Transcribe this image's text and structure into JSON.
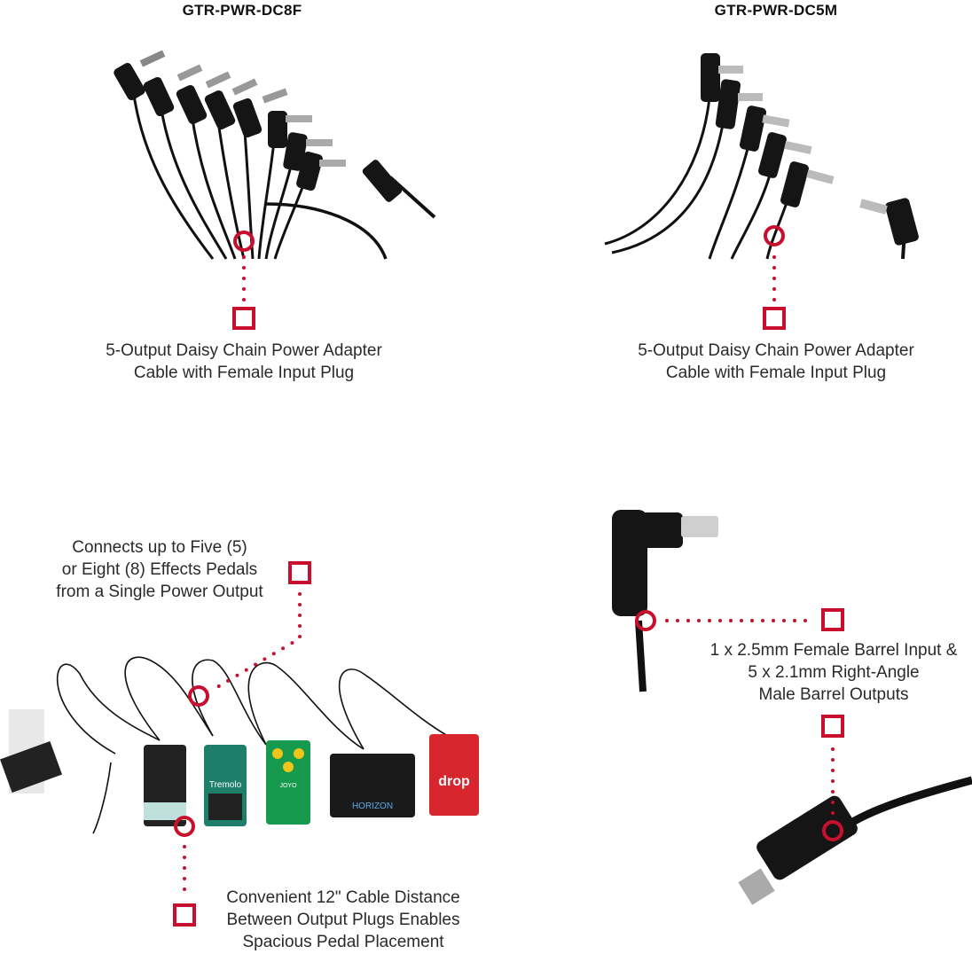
{
  "models": {
    "left": "GTR-PWR-DC8F",
    "right": "GTR-PWR-DC5M"
  },
  "callouts": {
    "dc8f_caption": [
      "5-Output Daisy Chain Power Adapter",
      "Cable with Female Input Plug"
    ],
    "dc5m_caption": [
      "5-Output Daisy Chain Power Adapter",
      "Cable with Female Input Plug"
    ],
    "connects": [
      "Connects up to Five (5)",
      "or Eight (8) Effects Pedals",
      "from a Single Power Output"
    ],
    "distance": [
      "Convenient 12\" Cable Distance",
      "Between Output Plugs Enables",
      "Spacious Pedal Placement"
    ],
    "barrels": [
      "1 x 2.5mm Female Barrel Input &",
      "5 x 2.1mm Right-Angle",
      "Male Barrel Outputs"
    ]
  },
  "pedals": {
    "tremolo": "Tremolo",
    "horizon": "HORIZON",
    "drop": "drop",
    "joyo": "JOYO"
  },
  "colors": {
    "accent": "#c8102e",
    "cable": "#111111"
  }
}
